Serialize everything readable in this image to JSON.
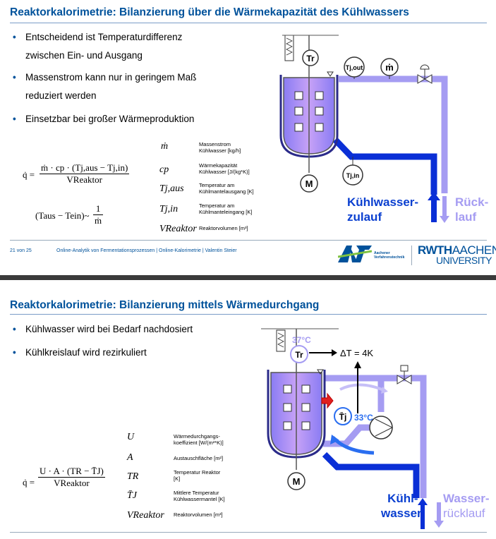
{
  "slide1": {
    "title": "Reaktorkalorimetrie: Bilanzierung über die Wärmekapazität des Kühlwassers",
    "bullets": [
      "Entscheidend ist Temperaturdifferenz",
      "zwischen Ein- und Ausgang",
      "Massenstrom kann nur in geringem Maß",
      "reduziert werden",
      "Einsetzbar bei großer Wärmeproduktion"
    ],
    "equation": {
      "lhs": "q̇ =",
      "numerator": "ṁ · cp · (Tj,aus − Tj,in)",
      "denominator": "VReaktor",
      "second": "(Taus − Tein)~",
      "second_num": "1",
      "second_den": "ṁ"
    },
    "symbols": [
      {
        "sym": "ṁ",
        "desc1": "Massenstrom",
        "desc2": "Kühlwasser [kg/h]"
      },
      {
        "sym": "cp",
        "desc1": "Wärmekapazität",
        "desc2": "Kühlwasser [J/(kg*K)]"
      },
      {
        "sym": "Tj,aus",
        "desc1": "Temperatur am",
        "desc2": "Kühlmantelausgang [K]"
      },
      {
        "sym": "Tj,in",
        "desc1": "Temperatur am",
        "desc2": "Kühlmanteleingang [K]"
      },
      {
        "sym": "VReaktor",
        "desc1": "Reaktorvolumen [m³]",
        "desc2": ""
      }
    ],
    "diagram": {
      "tr": "Tr",
      "tjout": "Tj,out",
      "mdot": "ṁ",
      "tjin": "Tj,in",
      "motor": "M",
      "zulauf1": "Kühlwasser-",
      "zulauf2": "zulauf",
      "ruck1": "Rück-",
      "ruck2": "lauf"
    },
    "footer": {
      "page": "21 von 25",
      "text": "Online-Analytik von Fermentationsprozessen  |  Online-Kalorimetrie  |  Valentin Steier"
    },
    "logos": {
      "avt": "AVT",
      "avt_sub1": "Aachener",
      "avt_sub2": "Verfahrenstechnik",
      "rwth1": "RWTH",
      "rwth2": "AACHEN",
      "rwth3": "UNIVERSITY"
    }
  },
  "slide2": {
    "title": "Reaktorkalorimetrie: Bilanzierung mittels Wärmedurchgang",
    "bullets": [
      "Kühlwasser wird bei Bedarf nachdosiert",
      "Kühlkreislauf wird rezirkuliert"
    ],
    "equation": {
      "lhs": "q̇ =",
      "numerator": "U · A · (TR − T̄J)",
      "denominator": "VReaktor"
    },
    "symbols": [
      {
        "sym": "U",
        "desc1": "Wärmedurchgangs-",
        "desc2": "koeffizient [W/(m²*K)]"
      },
      {
        "sym": "A",
        "desc1": "Austauschfläche [m²]",
        "desc2": ""
      },
      {
        "sym": "TR",
        "desc1": "Temperatur Reaktor",
        "desc2": "[K]"
      },
      {
        "sym": "T̄J",
        "desc1": "Mittlere Temperatur",
        "desc2": "Kühlwassermantel [K]"
      },
      {
        "sym": "VReaktor",
        "desc1": "Reaktorvolumen [m³]",
        "desc2": ""
      }
    ],
    "diagram": {
      "t37": "37°C",
      "tr": "Tr",
      "deltaT": "ΔT = 4K",
      "tj": "T̄j",
      "t33": "33°C",
      "motor": "M",
      "kuhl1": "Kühl-",
      "kuhl2": "wasser",
      "wasser1": "Wasser-",
      "wasser2": "rücklauf"
    },
    "colors": {
      "title": "#00529b",
      "dark_blue_pipe": "#0a2fd6",
      "light_purple": "#a59cf2",
      "reactor_fill": "#7c6cf0"
    }
  }
}
